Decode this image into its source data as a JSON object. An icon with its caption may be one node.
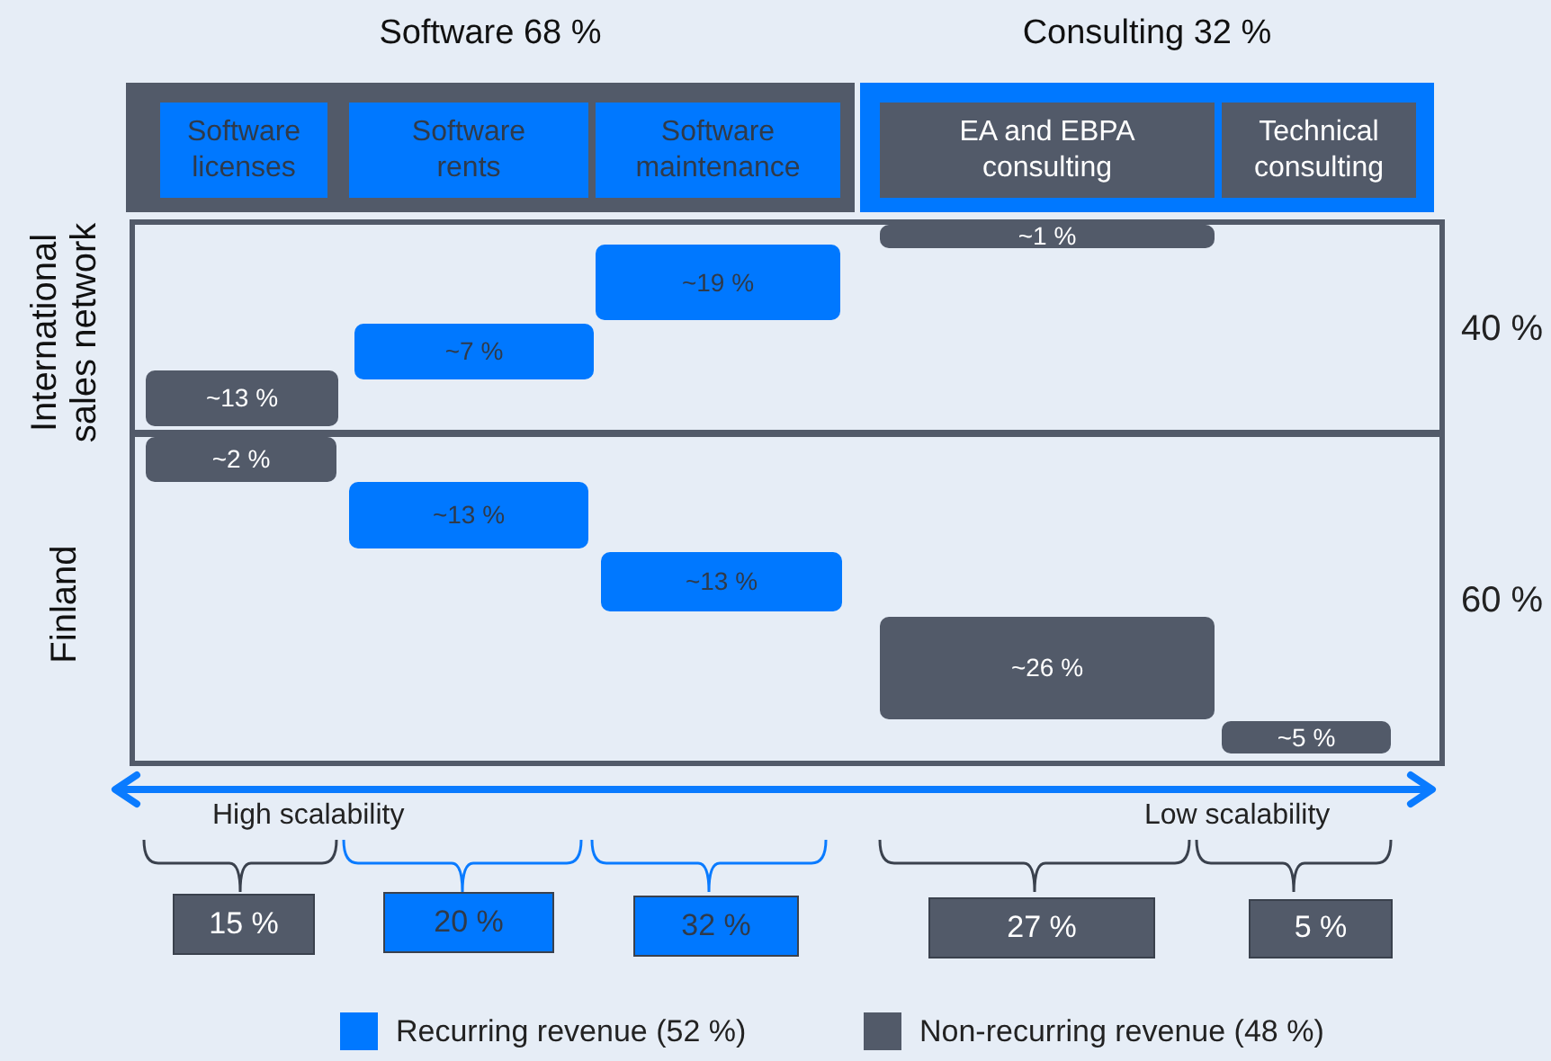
{
  "diagram": {
    "nodes": [
      {
        "text": [
          "Software 68 %"
        ]
      },
      {
        "text": [
          "Software licenses"
        ],
        "in": 0
      },
      {
        "text": [
          "Software rents"
        ],
        "in": 0
      },
      {
        "text": [
          "Software maintenance"
        ],
        "in": 0
      },
      {
        "text": [
          "Consulting 32 %"
        ]
      },
      {
        "text": [
          "EA and EBPA consulting"
        ],
        "in": 4
      },
      {
        "text": [
          "Technical consulting"
        ],
        "in": 4
      },
      {
        "text": [
          "International sales network"
        ],
        "beside": [
          "40 %"
        ]
      },
      {
        "text": [
          "~1 %"
        ],
        "in": 7
      },
      {
        "text": [
          "~19 %"
        ],
        "in": 7
      },
      {
        "text": [
          "~7 %"
        ],
        "in": 7
      },
      {
        "text": [
          "~13 %"
        ],
        "in": 7
      },
      {
        "text": [
          "Finland"
        ],
        "beside": [
          "60 %"
        ]
      },
      {
        "text": [
          "~2 %"
        ],
        "in": 12
      },
      {
        "text": [
          "~13 %"
        ],
        "in": 12
      },
      {
        "text": [
          "~13 %"
        ],
        "in": 12
      },
      {
        "text": [
          "~26 %"
        ],
        "in": 12
      },
      {
        "text": [
          "~5 %"
        ],
        "in": 12
      },
      {
        "text": [
          "15 %"
        ]
      },
      {
        "text": [
          "20 %"
        ]
      },
      {
        "text": [
          "32 %"
        ]
      },
      {
        "text": [
          "27 %"
        ]
      },
      {
        "text": [
          "5 %"
        ]
      }
    ],
    "labels": [
      "High scalability",
      "Low scalability"
    ],
    "legend": [
      {
        "text": "Recurring revenue (52 %)",
        "color": "#0078ff"
      },
      {
        "text": "Non-recurring revenue (48 %)",
        "color": "#525a69"
      }
    ]
  }
}
